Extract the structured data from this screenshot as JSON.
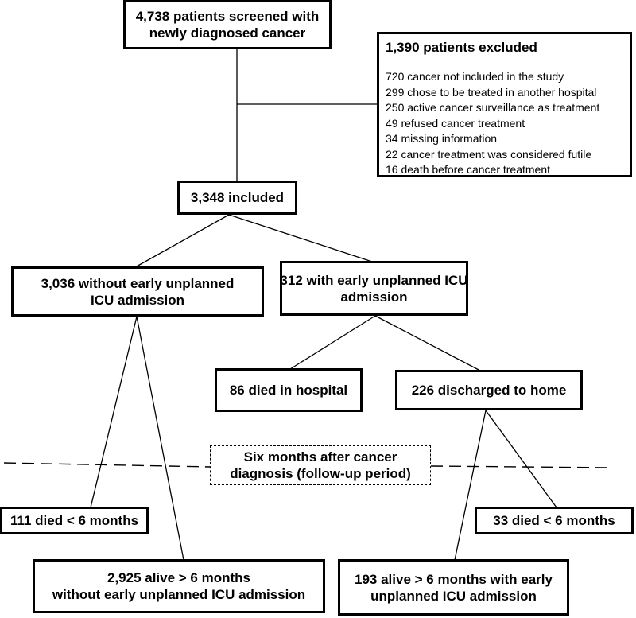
{
  "screened": [
    "4,738 patients screened with",
    "newly diagnosed cancer"
  ],
  "excluded": {
    "title": "1,390 patients excluded",
    "reasons": [
      "720 cancer not included in the study",
      "299 chose to be treated in another hospital",
      "250 active cancer surveillance as treatment",
      "49 refused cancer treatment",
      "34 missing information",
      "22 cancer treatment was considered futile",
      "16 death before cancer treatment"
    ]
  },
  "included": "3,348 included",
  "without_icu": [
    "3,036 without early unplanned",
    "ICU admission"
  ],
  "with_icu": [
    "312 with early unplanned ICU",
    "admission"
  ],
  "died_hospital": "86 died in hospital",
  "discharged": "226 discharged to home",
  "followup": [
    "Six months after cancer",
    "diagnosis (follow-up period)"
  ],
  "died_without": "111 died < 6 months",
  "died_with": "33 died < 6 months",
  "alive_without": [
    "2,925 alive > 6 months",
    "without early unplanned ICU admission"
  ],
  "alive_with": [
    "193 alive > 6 months with early",
    "unplanned ICU admission"
  ]
}
